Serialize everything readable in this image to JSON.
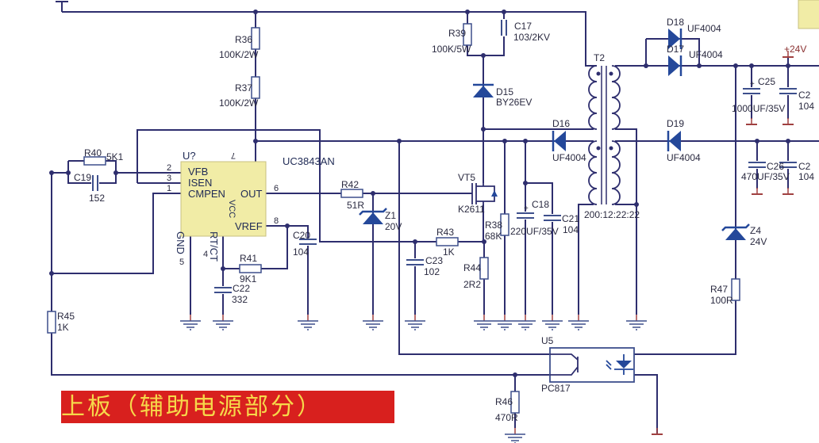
{
  "title_banner": "上板（辅助电源部分）",
  "colors": {
    "wire": "#2e2e6e",
    "diode": "#24489a",
    "ic_fill": "#f1eca6",
    "banner_bg": "#d8201e",
    "banner_text": "#f6d84a",
    "ground_stub": "#a04040"
  },
  "ic": {
    "ref": "U?",
    "part": "UC3843AN",
    "pins": {
      "vfb": "VFB",
      "isen": "ISEN",
      "cmpen": "CMPEN",
      "out": "OUT",
      "vref": "VREF",
      "vcc": "VCC",
      "gnd": "GND",
      "rtct": "RT/CT"
    },
    "pin_numbers": {
      "vfb": "2",
      "isen": "3",
      "cmpen": "1",
      "out": "6",
      "vref": "8",
      "vcc": "7",
      "gnd": "5",
      "rtct": "4"
    }
  },
  "components": {
    "r36": {
      "ref": "R36",
      "value": "100K/2W"
    },
    "r37": {
      "ref": "R37",
      "value": "100K/2W"
    },
    "r39": {
      "ref": "R39",
      "value": "100K/5W"
    },
    "c17": {
      "ref": "C17",
      "value": "103/2KV"
    },
    "d15": {
      "ref": "D15",
      "value": "BY26EV"
    },
    "d16": {
      "ref": "D16",
      "value": "UF4004"
    },
    "d17": {
      "ref": "D17",
      "value": "UF4004"
    },
    "d18": {
      "ref": "D18",
      "value": "UF4004"
    },
    "d19": {
      "ref": "D19",
      "value": "UF4004"
    },
    "t2": {
      "ref": "T2",
      "value": "200:12:22:22"
    },
    "c25": {
      "ref": "C25",
      "value": "1000UF/35V"
    },
    "c27": {
      "ref": "C2",
      "value": "104"
    },
    "c26": {
      "ref": "C26",
      "value": "470UF/35V"
    },
    "c28": {
      "ref": "C2",
      "value": "104"
    },
    "v24": {
      "label": "+24V"
    },
    "r40": {
      "ref": "R40",
      "value": "5K1"
    },
    "c19": {
      "ref": "C19",
      "value": "152"
    },
    "r42": {
      "ref": "R42",
      "value": "51R"
    },
    "z1": {
      "ref": "Z1",
      "value": "20V"
    },
    "vt5": {
      "ref": "VT5",
      "value": "K2611"
    },
    "r38": {
      "ref": "R38",
      "value": "68K"
    },
    "c18": {
      "ref": "C18",
      "value": "220UF/35V"
    },
    "c21": {
      "ref": "C21",
      "value": "104"
    },
    "c20": {
      "ref": "C20",
      "value": "104"
    },
    "r41": {
      "ref": "R41",
      "value": "9K1"
    },
    "c22": {
      "ref": "C22",
      "value": "332"
    },
    "r43": {
      "ref": "R43",
      "value": "1K"
    },
    "c23": {
      "ref": "C23",
      "value": "102"
    },
    "r44": {
      "ref": "R44",
      "value": "2R2"
    },
    "r45": {
      "ref": "R45",
      "value": "1K"
    },
    "z4": {
      "ref": "Z4",
      "value": "24V"
    },
    "r47": {
      "ref": "R47",
      "value": "100R"
    },
    "u5": {
      "ref": "U5",
      "value": "PC817"
    },
    "r46": {
      "ref": "R46",
      "value": "470R"
    }
  }
}
